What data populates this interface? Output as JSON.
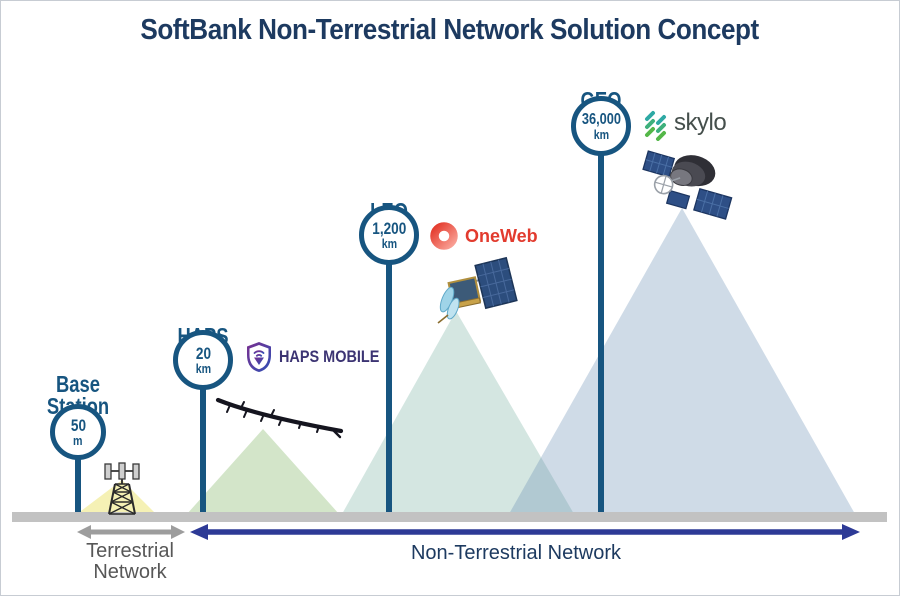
{
  "title": "SoftBank Non-Terrestrial Network Solution Concept",
  "markers": [
    {
      "id": "base-station",
      "label": "Base\nStation",
      "value": "50",
      "unit": "m"
    },
    {
      "id": "haps",
      "label": "HAPS",
      "value": "20",
      "unit": "km"
    },
    {
      "id": "leo",
      "label": "LEO",
      "value": "1,200",
      "unit": "km"
    },
    {
      "id": "geo",
      "label": "GEO",
      "value": "36,000",
      "unit": "km"
    }
  ],
  "partners": {
    "haps": {
      "name": "HAPS MOBILE"
    },
    "leo": {
      "name": "OneWeb"
    },
    "geo": {
      "name": "skylo"
    }
  },
  "footer": {
    "terrestrial": "Terrestrial\nNetwork",
    "non_terrestrial": "Non-Terrestrial Network"
  },
  "colors": {
    "marker_navy": "#175580",
    "title_navy": "#1d3a60",
    "arrow_blue": "#2d3a96",
    "arrow_gray": "#9d9d9d",
    "terrestrial_text": "#575757",
    "cone_yellow": "#f6f2c0",
    "cone_green": "#d9e8cf",
    "cone_teal": "#ddebe6",
    "cone_blue": "#d9e2ec",
    "ground_gray": "#c2c2c2",
    "oneweb_red": "#e23b2e",
    "skylo_green": "#54b748",
    "haps_purple": "#3c3473"
  }
}
